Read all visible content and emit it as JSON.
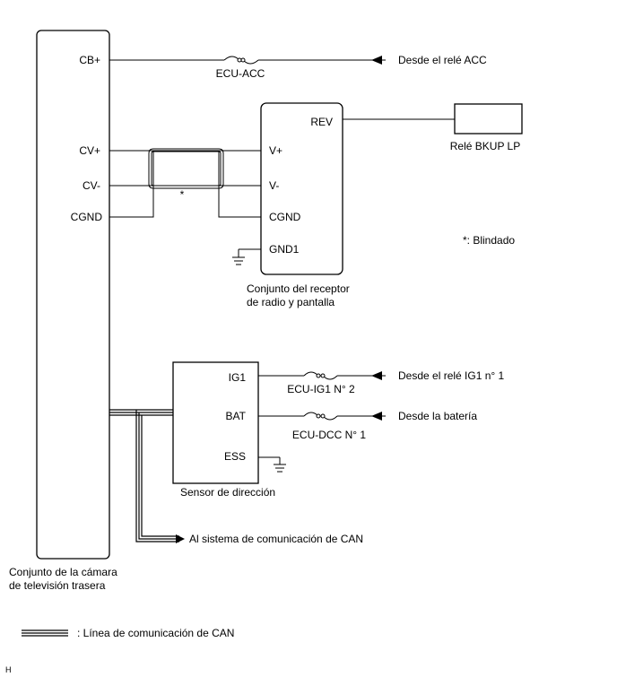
{
  "camera": {
    "label_line1": "Conjunto de la cámara",
    "label_line2": "de televisión trasera",
    "pins": {
      "cb": "CB+",
      "cv_plus": "CV+",
      "cv_minus": "CV-",
      "cgnd": "CGND"
    }
  },
  "radio": {
    "label_line1": "Conjunto del receptor",
    "label_line2": "de radio y pantalla",
    "pins": {
      "rev": "REV",
      "v_plus": "V+",
      "v_minus": "V-",
      "cgnd": "CGND",
      "gnd1": "GND1"
    }
  },
  "steering_sensor": {
    "label": "Sensor de dirección",
    "pins": {
      "ig1": "IG1",
      "bat": "BAT",
      "ess": "ESS"
    }
  },
  "relay_bkup": {
    "label": "Relé BKUP LP"
  },
  "fuses": {
    "ecu_acc": "ECU-ACC",
    "ecu_ig1": "ECU-IG1 N° 2",
    "ecu_dcc": "ECU-DCC N° 1"
  },
  "sources": {
    "acc": "Desde el relé ACC",
    "ig1": "Desde el relé IG1 n° 1",
    "battery": "Desde la batería"
  },
  "can_target": "Al sistema de comunicación de CAN",
  "shield_mark": "*",
  "shield_note": "*: Blindado",
  "legend": {
    "can_line": ": Línea de comunicación de CAN"
  },
  "corner_code": "H"
}
